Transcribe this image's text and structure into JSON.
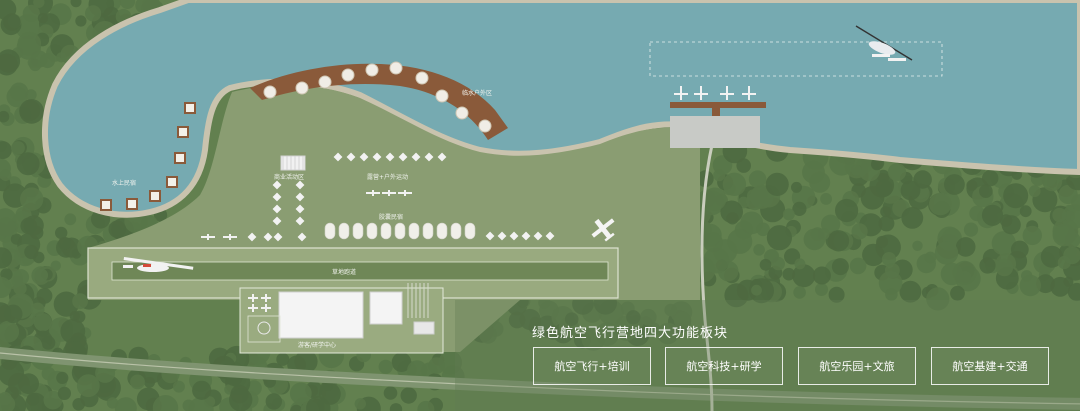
{
  "map": {
    "labels": {
      "water_villas": "水上民宿",
      "waterfront_area": "临水户外区",
      "commercial_area": "商业活动区",
      "camping": "露营+户外运动",
      "capsule_lodging": "胶囊民宿",
      "grass_runway": "草地跑道",
      "visitor_center": "游客/研学中心"
    },
    "colors": {
      "lake": "#76aab1",
      "forest": "#5f7a4d",
      "tree_dark": "#4e6940",
      "meadow": "#869a6e",
      "runway": "#8ea06f",
      "sand": "#c6c1ad",
      "deck_brown": "#8a5a3a"
    }
  },
  "panel": {
    "title": "绿色航空飞行营地四大功能板块",
    "buttons": [
      "航空飞行+培训",
      "航空科技+研学",
      "航空乐园+文旅",
      "航空基建+交通"
    ]
  }
}
